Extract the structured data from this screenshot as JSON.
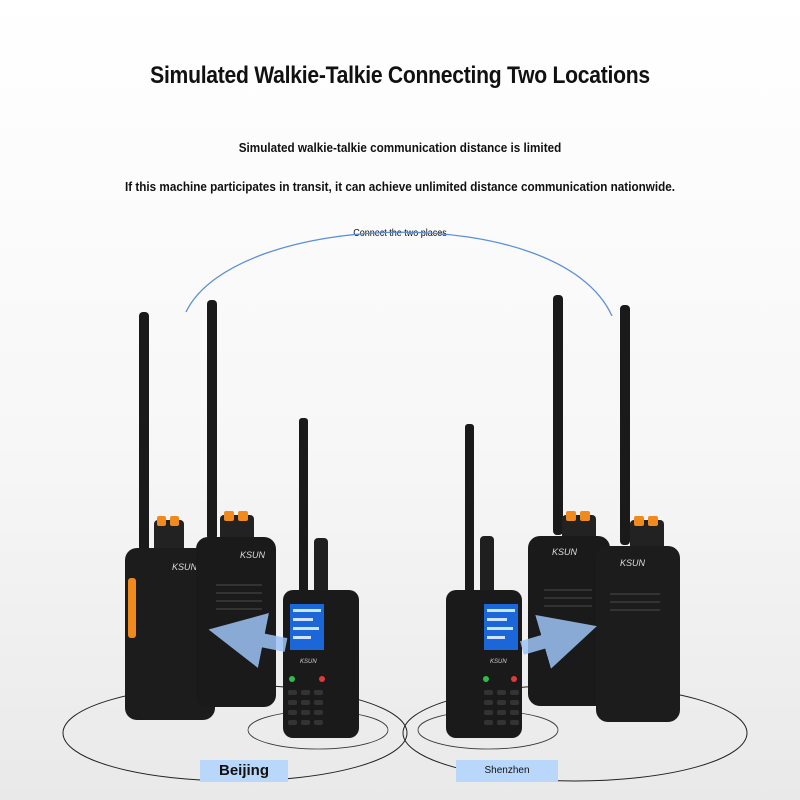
{
  "title": "Simulated Walkie-Talkie Connecting Two Locations",
  "subtitle_line1": "Simulated walkie-talkie communication distance is limited",
  "subtitle_line2": "If this machine participates in transit, it can achieve unlimited distance communication nationwide.",
  "connect_label": "Connect the two places",
  "locations": {
    "left": "Beijing",
    "right": "Shenzhen"
  },
  "brand": "KSUN",
  "colors": {
    "accent": "#f08a1c",
    "arc": "#5b8fd9",
    "arrow": "#9cc4f5",
    "label_bg": "#b9d7fb",
    "device": "#1a1a1a"
  }
}
